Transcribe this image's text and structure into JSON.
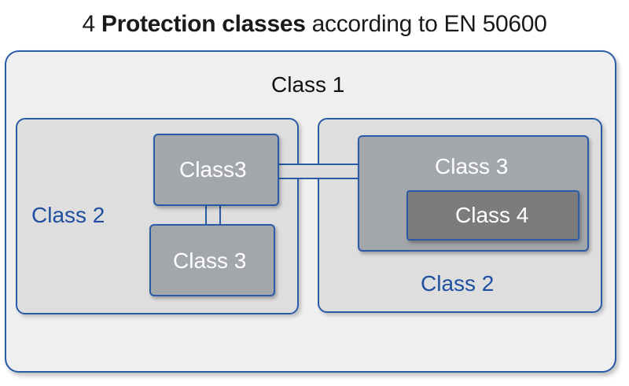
{
  "title": {
    "prefix": "4 ",
    "bold": "Protection classes",
    "suffix": " according to EN 50600"
  },
  "zones": {
    "outer_label": "Class 1",
    "left_zone_label": "Class 2",
    "right_zone_label": "Class 2",
    "left_top_label": "Class3",
    "left_bottom_label": "Class 3",
    "right_inner_label": "Class 3",
    "innermost_label": "Class 4"
  },
  "colors": {
    "border": "#2a5ba8",
    "class2_text": "#1f4fa0",
    "class3_fill": "#a3a6ab",
    "class4_fill": "#7c7c7c"
  }
}
